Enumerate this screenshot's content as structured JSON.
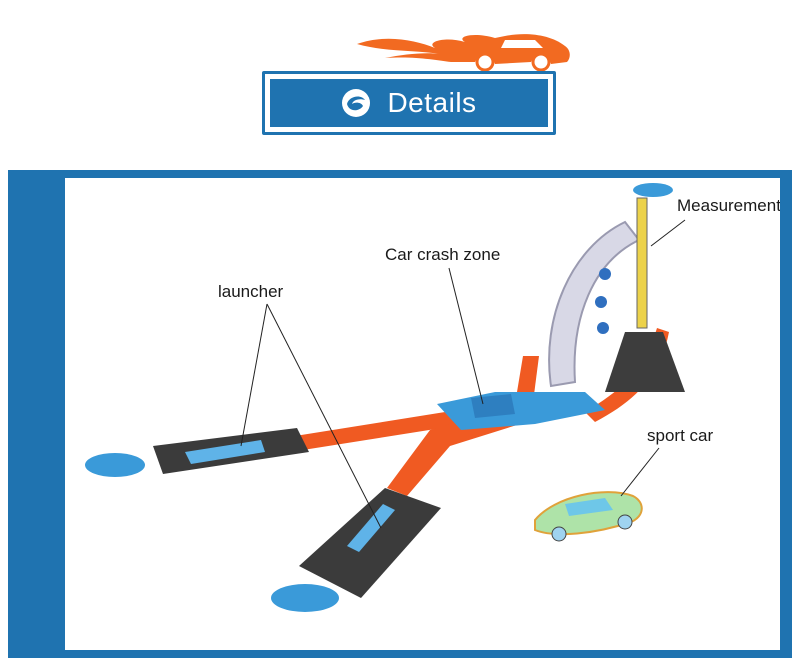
{
  "header": {
    "title": "Details",
    "icon": "swirl-icon",
    "logo_icon": "flame-race-car-icon",
    "accent_color": "#1f73b0",
    "flame_color": "#f26a21"
  },
  "product": {
    "labels": {
      "measurement": "Measurement",
      "crash_zone": "Car crash zone",
      "launcher": "launcher",
      "sport_car": "sport car"
    },
    "track_color": "#f05a22",
    "hub_color": "#3a9ad9"
  }
}
